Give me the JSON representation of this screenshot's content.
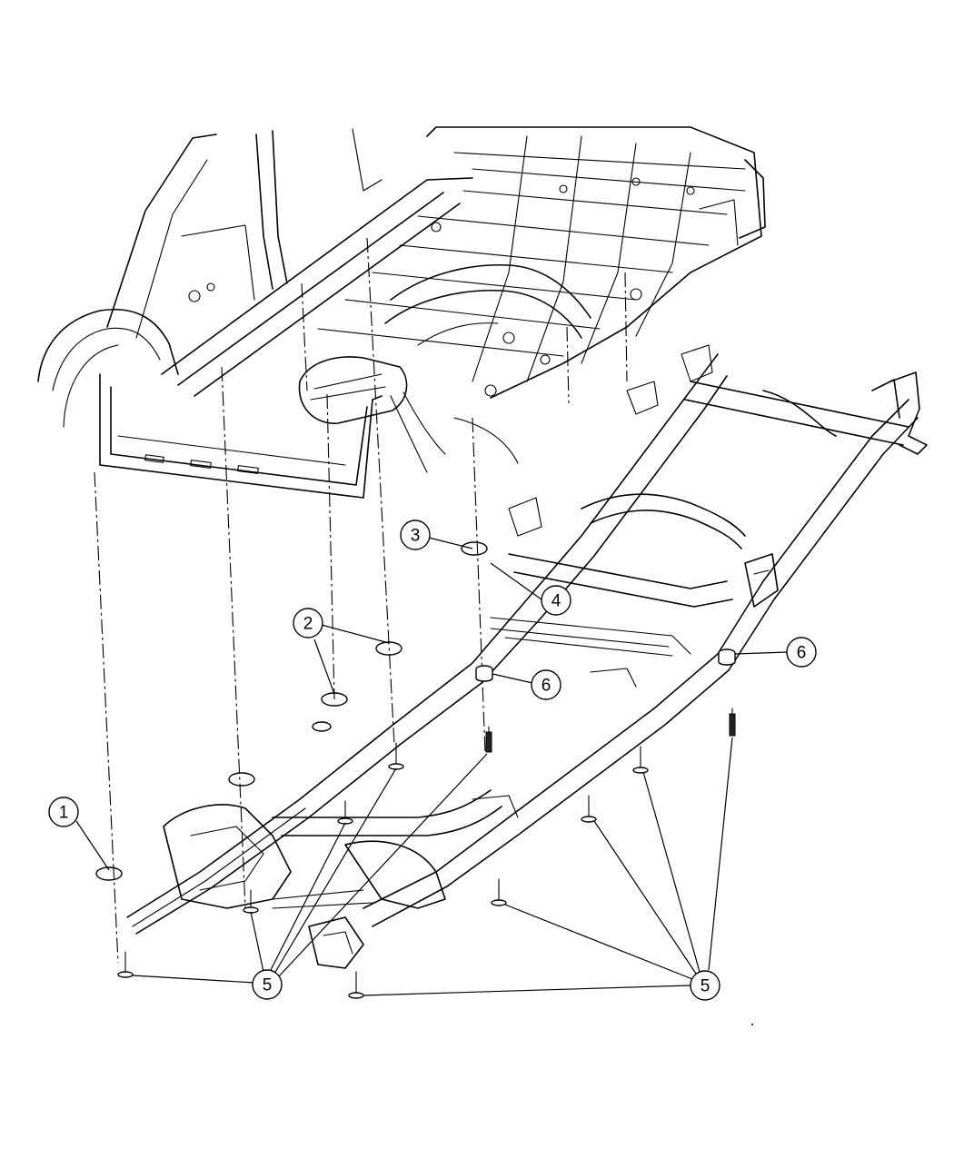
{
  "callouts": [
    {
      "label": "1"
    },
    {
      "label": "2"
    },
    {
      "label": "3"
    },
    {
      "label": "4"
    },
    {
      "label": "5"
    },
    {
      "label": "6"
    },
    {
      "label": "6"
    },
    {
      "label": "5"
    }
  ],
  "colors": {
    "line": "#000000",
    "background": "#ffffff"
  },
  "icons": {
    "fastener": "bolt-icon",
    "mount": "body-mount-icon"
  }
}
